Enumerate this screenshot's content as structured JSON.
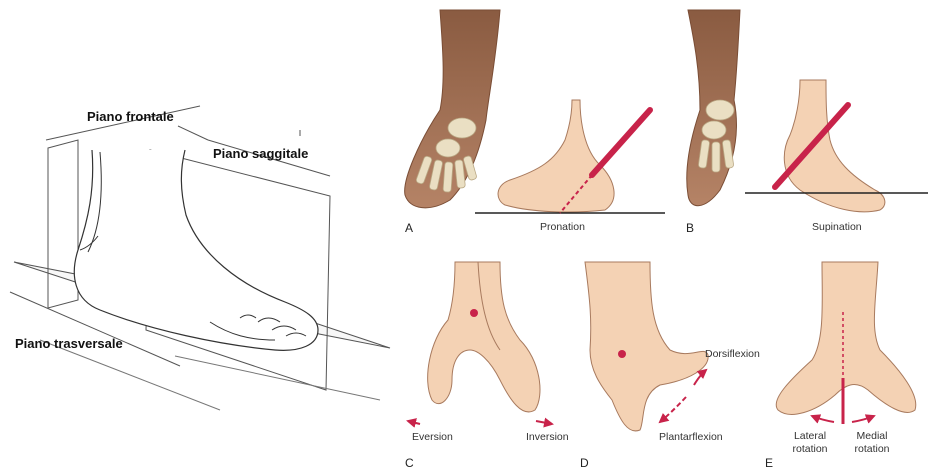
{
  "planes": {
    "frontal": "Piano frontale",
    "sagittal": "Piano saggitale",
    "transverse": "Piano trasversale"
  },
  "panels": {
    "A": "A",
    "B": "B",
    "C": "C",
    "D": "D",
    "E": "E"
  },
  "motions": {
    "pronation": "Pronation",
    "supination": "Supination",
    "eversion": "Eversion",
    "inversion": "Inversion",
    "dorsiflexion": "Dorsiflexion",
    "plantarflexion": "Plantarflexion",
    "lateral_rotation_1": "Lateral",
    "lateral_rotation_2": "rotation",
    "medial_rotation_1": "Medial",
    "medial_rotation_2": "rotation"
  },
  "colors": {
    "skin": "#f4d2b4",
    "skin_shadow": "#e3b28f",
    "leg_dark": "#9a6a4f",
    "bone": "#eadfc3",
    "axis": "#c8234a",
    "line": "#333333"
  }
}
